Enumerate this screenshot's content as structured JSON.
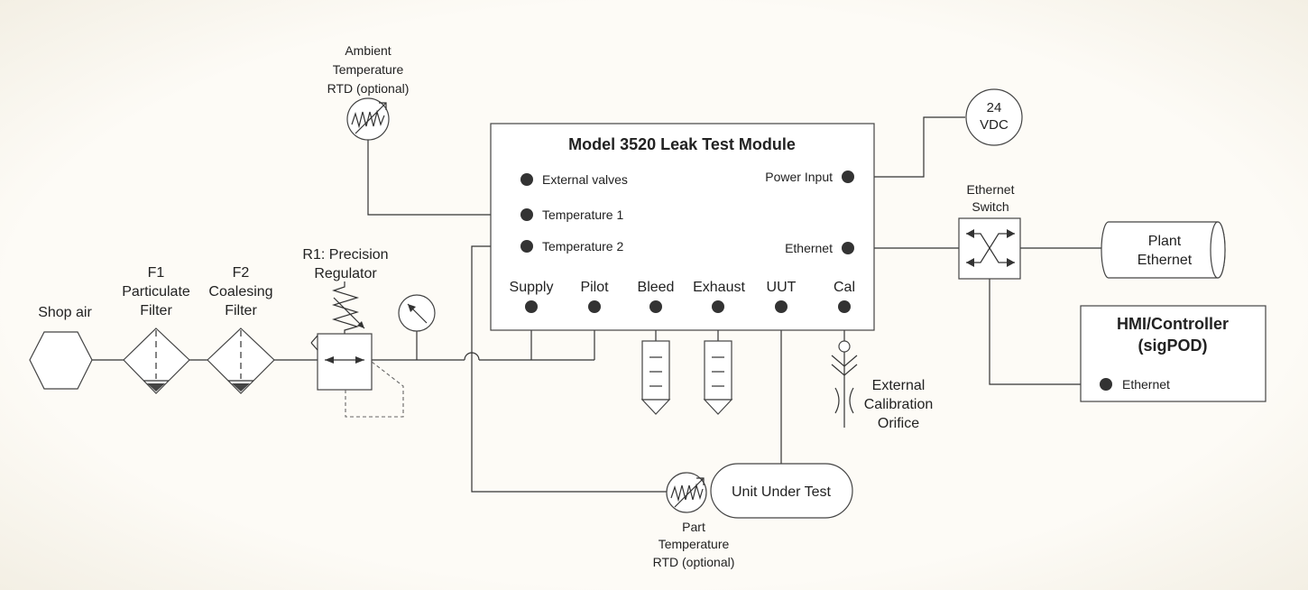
{
  "module": {
    "title": "Model 3520 Leak Test Module",
    "left_ports": [
      "External valves",
      "Temperature 1",
      "Temperature 2"
    ],
    "power_input": "Power Input",
    "ethernet": "Ethernet",
    "bottom_ports": [
      "Supply",
      "Pilot",
      "Bleed",
      "Exhaust",
      "UUT",
      "Cal"
    ]
  },
  "power": {
    "line1": "24",
    "line2": "VDC"
  },
  "ambient_rtd": {
    "line1": "Ambient",
    "line2": "Temperature",
    "line3": "RTD (optional)"
  },
  "shop_air": "Shop air",
  "filter1": {
    "line1": "F1",
    "line2": "Particulate",
    "line3": "Filter"
  },
  "filter2": {
    "line1": "F2",
    "line2": "Coalesing",
    "line3": "Filter"
  },
  "regulator": {
    "line1": "R1: Precision",
    "line2": "Regulator"
  },
  "ethernet_switch": {
    "line1": "Ethernet",
    "line2": "Switch"
  },
  "plant_ethernet": {
    "line1": "Plant",
    "line2": "Ethernet"
  },
  "hmi": {
    "line1": "HMI/Controller",
    "line2": "(sigPOD)",
    "port": "Ethernet"
  },
  "cal_orifice": {
    "line1": "External",
    "line2": "Calibration",
    "line3": "Orifice"
  },
  "uut": "Unit Under Test",
  "part_rtd": {
    "line1": "Part",
    "line2": "Temperature",
    "line3": "RTD (optional)"
  }
}
